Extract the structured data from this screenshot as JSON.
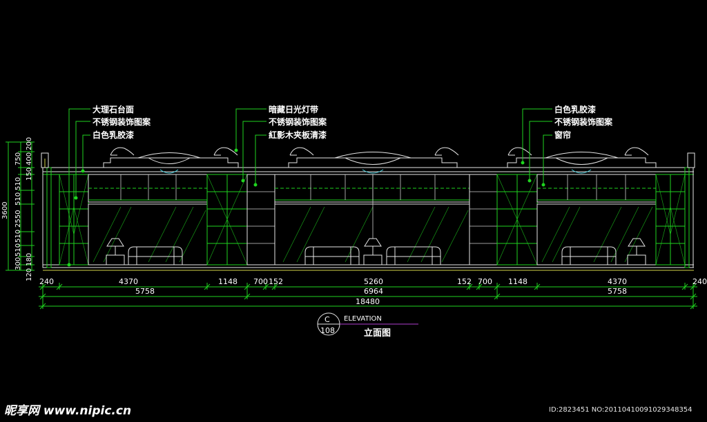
{
  "labels": {
    "left": [
      "大理石台面",
      "不锈钢装饰图案",
      "白色乳胶漆"
    ],
    "center": [
      "暗藏日光灯带",
      "不锈钢装饰图案",
      "紅影木夹板清漆"
    ],
    "right": [
      "白色乳胶漆",
      "不锈钢装饰图案",
      "窗帘"
    ]
  },
  "dimensions": {
    "row1": [
      "240",
      "4370",
      "1148",
      "700",
      "152",
      "5260",
      "152",
      "700",
      "1148",
      "4370",
      "240"
    ],
    "row2": [
      "5758",
      "6964",
      "5758"
    ],
    "total": "18480",
    "vertical_total": "3600",
    "vertical": [
      "200",
      "400",
      "750",
      "150",
      "510",
      "510",
      "2550",
      "510",
      "510",
      "300",
      "180",
      "120"
    ]
  },
  "title_block": {
    "letter": "C",
    "number": "108",
    "english": "ELEVATION",
    "chinese": "立面图"
  },
  "watermark": {
    "logo": "昵享网 www.nipic.cn",
    "id": "ID:2823451 NO:20110410091029348354"
  },
  "colors": {
    "background": "#000000",
    "linework": "#1fd41f",
    "text": "#ffffff",
    "accent": "#b040d0"
  }
}
